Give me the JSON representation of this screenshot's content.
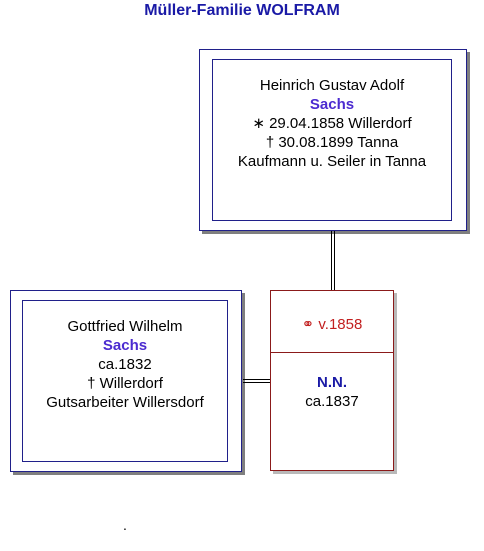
{
  "title": "Müller-Familie WOLFRAM",
  "father": {
    "given_names": "Heinrich Gustav Adolf",
    "surname": "Sachs",
    "birth": "∗  29.04.1858 Willerdorf",
    "death": "†  30.08.1899 Tanna",
    "occupation": "Kaufmann u. Seiler in Tanna"
  },
  "person": {
    "given_names": "Gottfried Wilhelm",
    "surname": "Sachs",
    "birth": "ca.1832",
    "death": "† Willerdorf",
    "occupation": "Gutsarbeiter Willersdorf"
  },
  "marriage": {
    "symbol": "⚭",
    "date": " v.1858"
  },
  "spouse": {
    "name": "N.N.",
    "birth": "ca.1837"
  },
  "footer_mark": "."
}
